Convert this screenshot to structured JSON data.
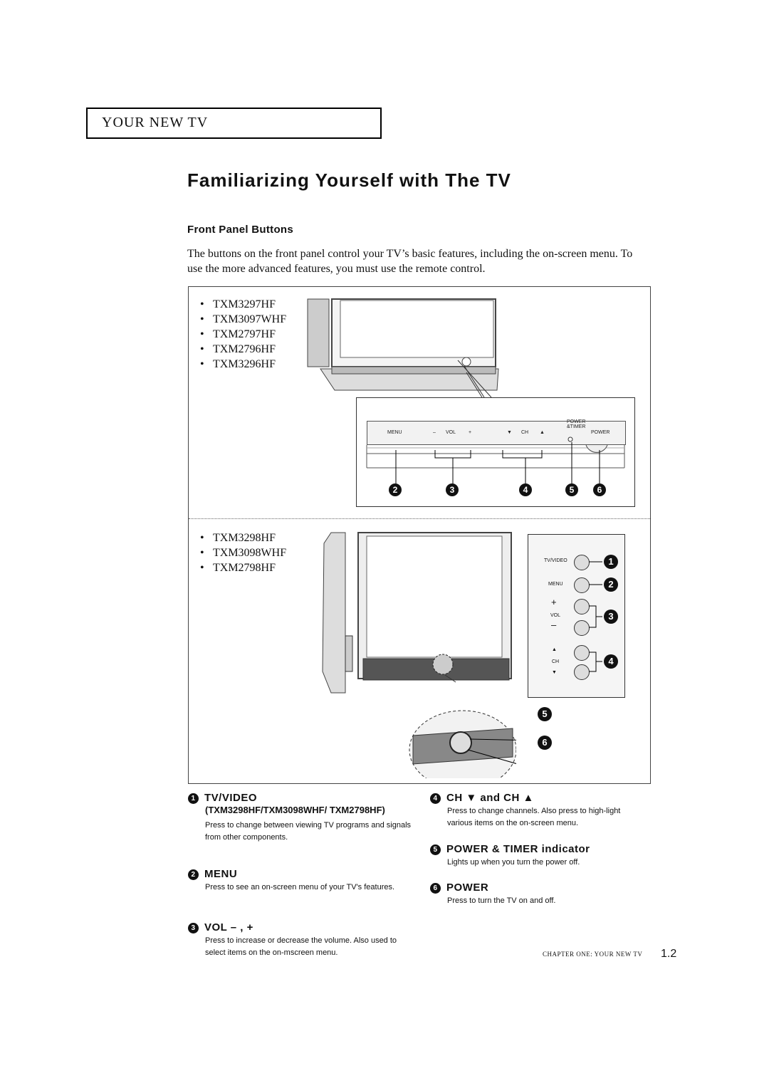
{
  "section_header": "YOUR NEW TV",
  "title": "Familiarizing Yourself with The TV",
  "subsection": "Front Panel Buttons",
  "intro": "The buttons on the front panel control your TV’s basic features, including the on-screen menu. To use the more advanced features, you must use the remote control.",
  "figure": {
    "group1_models": [
      "TXM3297HF",
      "TXM3097WHF",
      "TXM2797HF",
      "TXM2796HF",
      "TXM3296HF"
    ],
    "group2_models": [
      "TXM3298HF",
      "TXM3098WHF",
      "TXM2798HF"
    ],
    "front_panel": {
      "menu": "MENU",
      "vol_minus": "–",
      "vol": "VOL",
      "vol_plus": "+",
      "ch_down": "▼",
      "ch": "CH",
      "ch_up": "▲",
      "power_timer_1": "POWER",
      "power_timer_2": "&TIMER",
      "power": "POWER"
    },
    "side_panel": {
      "tv_video": "TV/VIDEO",
      "menu": "MENU",
      "plus": "+",
      "vol": "VOL",
      "minus": "–",
      "up": "▲",
      "ch": "CH",
      "down": "▼"
    },
    "callouts": [
      "1",
      "2",
      "3",
      "4",
      "5",
      "6"
    ]
  },
  "items": [
    {
      "num": "1",
      "title": "TV/VIDEO",
      "sub": "(TXM3298HF/TXM3098WHF/ TXM2798HF)",
      "desc": "Press to change between viewing TV programs and signals from other components."
    },
    {
      "num": "2",
      "title": "MENU",
      "desc": "Press to see an on-screen menu of your TV's features."
    },
    {
      "num": "3",
      "title": "VOL – , +",
      "desc": "Press to increase or decrease the volume. Also used to select items on the on-mscreen menu."
    },
    {
      "num": "4",
      "title": "CH ▼ and CH ▲",
      "desc": "Press to change channels. Also press to high-light various items on the on-screen menu."
    },
    {
      "num": "5",
      "title": "POWER & TIMER indicator",
      "desc": "Lights up when you turn the power off."
    },
    {
      "num": "6",
      "title": "POWER",
      "desc": "Press to turn the TV on and off."
    }
  ],
  "footer": "CHAPTER ONE: YOUR NEW TV",
  "page_number": "1.2"
}
